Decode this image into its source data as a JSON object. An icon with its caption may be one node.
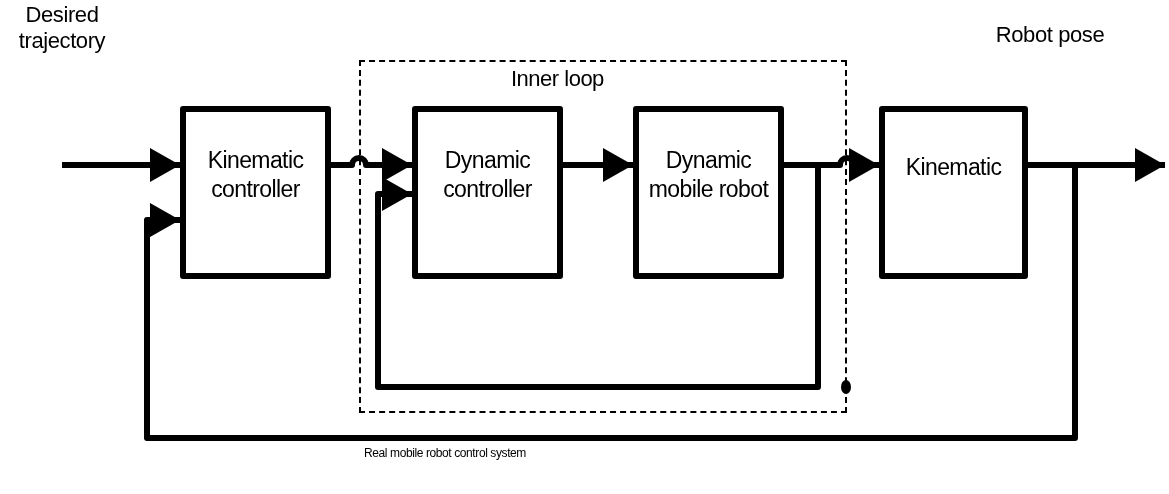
{
  "diagram": {
    "nodes": [
      {
        "text": [
          "Inner loop"
        ]
      },
      {
        "text": [
          "Kinematic controller"
        ]
      },
      {
        "text": [
          "Dynamic controller"
        ],
        "in": 0
      },
      {
        "text": [
          "Dynamic mobile robot"
        ],
        "in": 0
      },
      {
        "text": [
          "Kinematic"
        ]
      }
    ],
    "edges": [
      {
        "from": null,
        "to": 1,
        "arrow": "to"
      },
      {
        "from": 1,
        "to": 2,
        "arrow": "to"
      },
      {
        "from": 2,
        "to": 3,
        "arrow": "to"
      },
      {
        "from": 3,
        "to": 4,
        "arrow": "to"
      },
      {
        "from": 4,
        "to": null,
        "arrow": "to"
      },
      {
        "from": 4,
        "to": 1,
        "arrow": "to"
      },
      {
        "from": 3,
        "to": 2,
        "arrow": "to"
      }
    ],
    "labels": [
      "Desired trajectory",
      "Robot pose",
      "Real mobile robot control system"
    ]
  }
}
